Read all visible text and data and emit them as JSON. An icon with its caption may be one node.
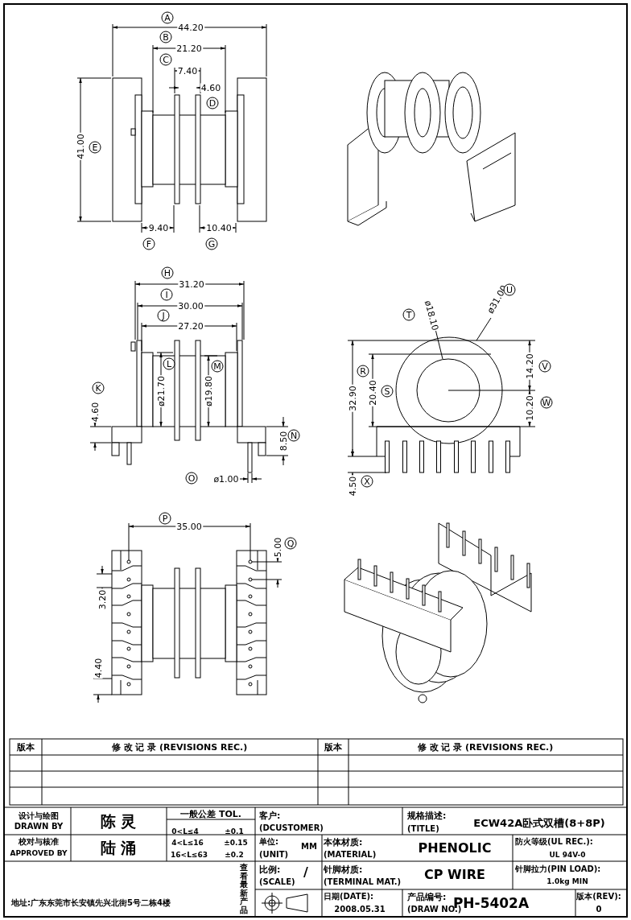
{
  "diagram": {
    "labels": [
      "A",
      "44.20",
      "B",
      "21.20",
      "C",
      "7.40",
      "4.60",
      "D",
      "41.00",
      "E",
      "9.40",
      "10.40",
      "F",
      "G",
      "H",
      "31.20",
      "I",
      "30.00",
      "J",
      "27.20",
      "L",
      "M",
      "K",
      "4.60",
      "ø21.70",
      "ø19.80",
      "8.50",
      "N",
      "O",
      "ø1.00",
      "T",
      "ø18.10",
      "ø31.00",
      "U",
      "R",
      "32.90",
      "20.40",
      "S",
      "14.20",
      "V",
      "10.20",
      "W",
      "4.50",
      "X",
      "P",
      "35.00",
      "5.00",
      "Q",
      "3.20",
      "4.40",
      "版本",
      "修 改 记 录 (REVISIONS REC.)",
      "版本",
      "修 改 记 录 (REVISIONS REC.)",
      "设计与绘图",
      "DRAWN BY",
      "陈 灵",
      "一般公差 TOL.",
      "客户:",
      "(DCUSTOMER)",
      "规格描述:",
      "(TITLE)",
      "ECW42A卧式双槽(8+8P)",
      "0<L≤4",
      "±0.1",
      "4<L≤16",
      "±0.15",
      "16<L≤63",
      "±0.2",
      "校对与核准",
      "APPROVED BY",
      "陆 涌",
      "单位:",
      "(UNIT)",
      "MM",
      "本体材质:",
      "(MATERIAL)",
      "PHENOLIC",
      "防火等级(UL REC.):",
      "UL 94V-0",
      "比例:",
      "(SCALE)",
      "/",
      "针脚材质:",
      "(TERMINAL MAT.)",
      "CP WIRE",
      "针脚拉力(PIN LOAD):",
      "1.0kg MIN",
      "查看最新产品",
      "地址:广东东莞市长安镇先兴北街5号二栋4楼",
      "日期(DATE):",
      "2008.05.31",
      "产品编号:",
      "(DRAW NO.)",
      "PH-5402A",
      "版本(REV):",
      "0"
    ]
  }
}
